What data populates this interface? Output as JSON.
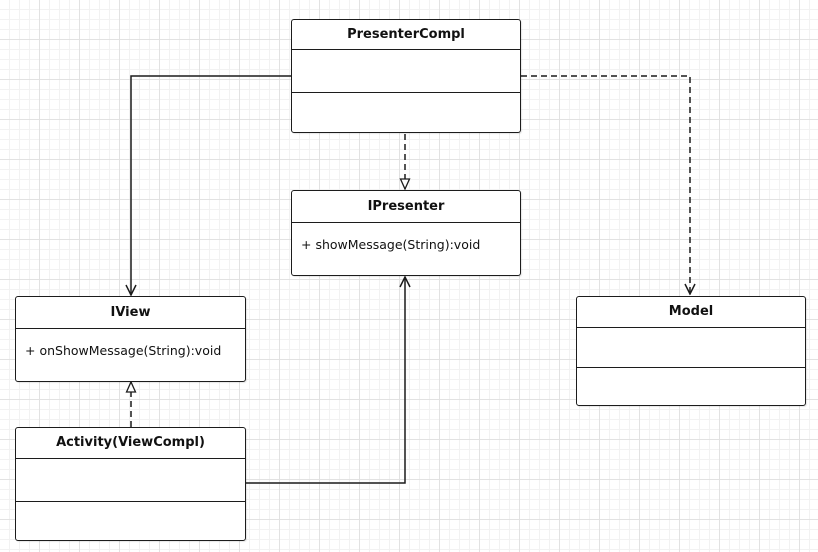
{
  "diagram": {
    "classes": {
      "presenter_compl": {
        "name": "PresenterCompl"
      },
      "ipresenter": {
        "name": "IPresenter",
        "members": [
          "+ showMessage(String):void"
        ]
      },
      "iview": {
        "name": "IView",
        "members": [
          "+ onShowMessage(String):void"
        ]
      },
      "activity": {
        "name": "Activity(ViewCompl)"
      },
      "model": {
        "name": "Model"
      }
    },
    "relations": [
      {
        "from": "PresenterCompl",
        "to": "IView",
        "kind": "association"
      },
      {
        "from": "PresenterCompl",
        "to": "IPresenter",
        "kind": "realization"
      },
      {
        "from": "PresenterCompl",
        "to": "Model",
        "kind": "dependency"
      },
      {
        "from": "Activity(ViewCompl)",
        "to": "IView",
        "kind": "realization"
      },
      {
        "from": "Activity(ViewCompl)",
        "to": "IPresenter",
        "kind": "association"
      }
    ],
    "colors": {
      "line": "#1c1c1c",
      "box_fill": "#ffffff",
      "grid_major": "#e2e2e2",
      "grid_minor": "#f2f2f2"
    }
  }
}
